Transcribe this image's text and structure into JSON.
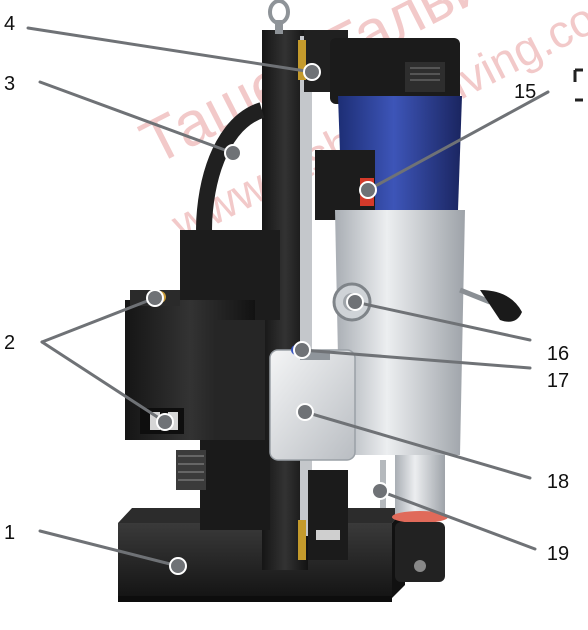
{
  "watermark": {
    "line1": "Ташев-Галвинг",
    "line2": "www.tashev-galving.com",
    "color": "#f2c9c9"
  },
  "callouts": [
    {
      "id": "c1",
      "label": "1"
    },
    {
      "id": "c2",
      "label": "2"
    },
    {
      "id": "c3",
      "label": "3"
    },
    {
      "id": "c4",
      "label": "4"
    },
    {
      "id": "c15",
      "label": "15"
    },
    {
      "id": "c16",
      "label": "16"
    },
    {
      "id": "c17",
      "label": "17"
    },
    {
      "id": "c18",
      "label": "18"
    },
    {
      "id": "c19",
      "label": "19"
    }
  ],
  "colors": {
    "body_black": "#1e1e1e",
    "motor_blue": "#2b3f8f",
    "housing_silver": "#c9cdd2",
    "leader_line": "#6f7276",
    "label_text": "#111111"
  }
}
